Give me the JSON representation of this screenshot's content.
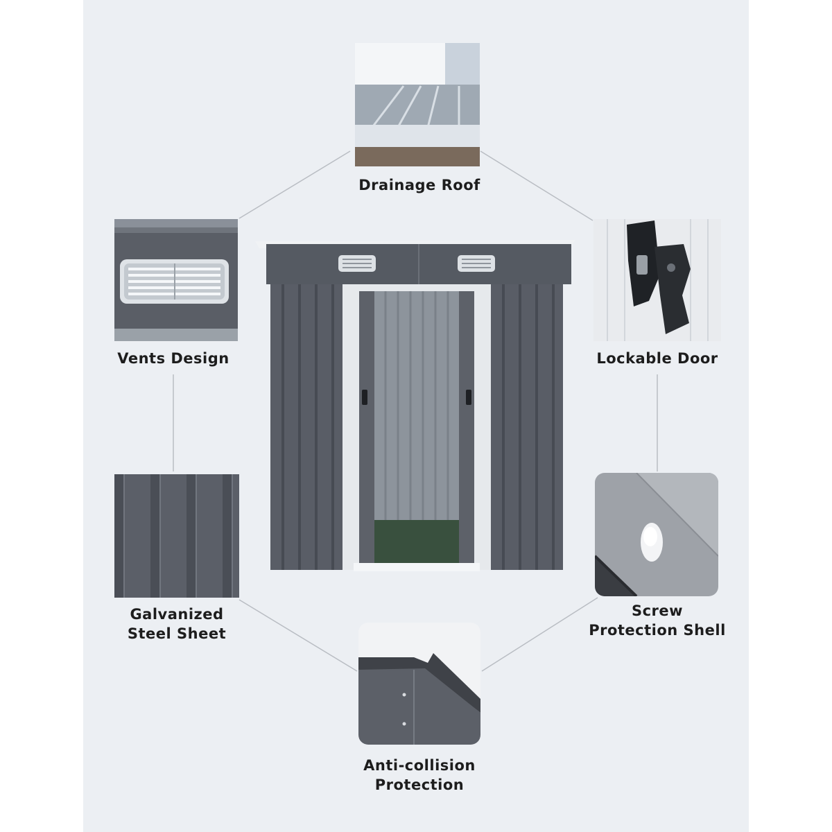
{
  "features": {
    "drainage_roof": {
      "label": "Drainage Roof",
      "icon": "roof-closeup-image"
    },
    "vents_design": {
      "label": "Vents Design",
      "icon": "vent-closeup-image"
    },
    "lockable_door": {
      "label": "Lockable Door",
      "icon": "latch-closeup-image"
    },
    "galvanized_steel": {
      "line1": "Galvanized",
      "line2": "Steel Sheet",
      "icon": "steel-sheet-closeup-image"
    },
    "screw_shell": {
      "line1": "Screw",
      "line2": "Protection Shell",
      "icon": "screw-cap-closeup-image"
    },
    "anti_collision": {
      "line1": "Anti-collision",
      "line2": "Protection",
      "icon": "edge-trim-closeup-image"
    }
  },
  "colors": {
    "background": "#eceff3",
    "shed_gray": "#575b63",
    "trim_white": "#e6e9ec",
    "connector": "#b9bdc3"
  }
}
